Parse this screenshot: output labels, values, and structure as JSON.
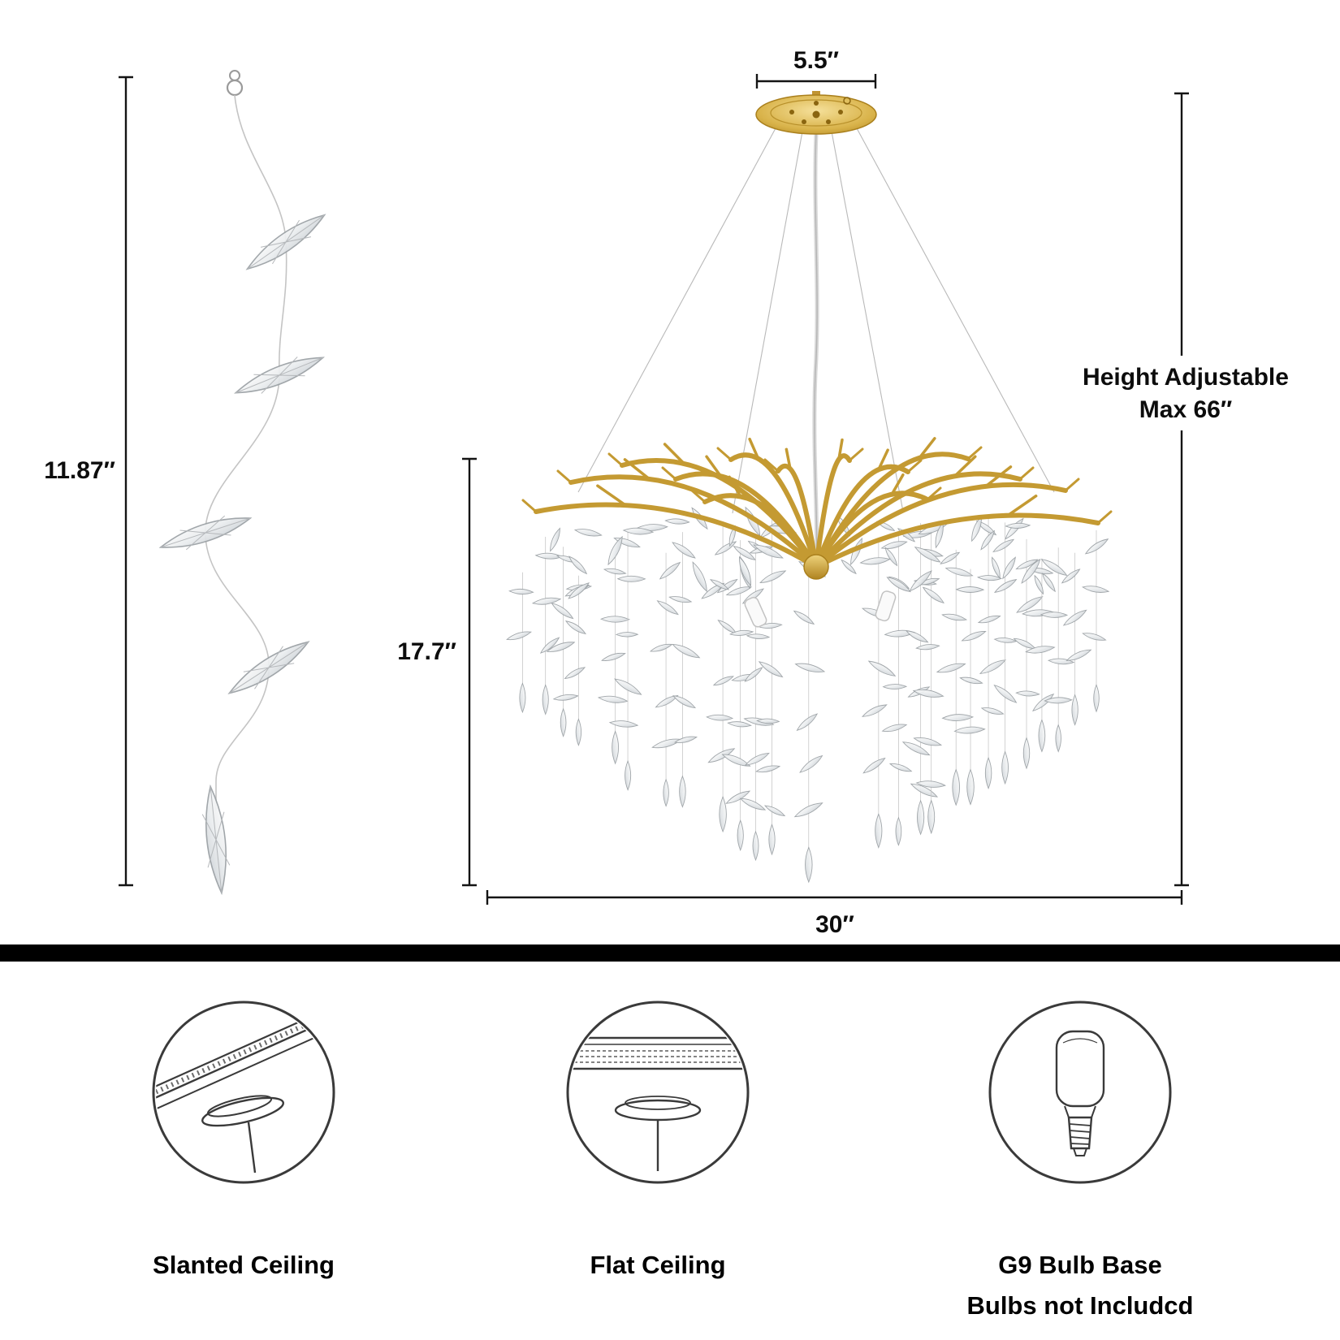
{
  "dimensions": {
    "strand_height": "11.87″",
    "canopy_width": "5.5″",
    "body_height": "17.7″",
    "body_width": "30″",
    "height_adjustable_line1": "Height Adjustable",
    "height_adjustable_line2": "Max 66″"
  },
  "features": [
    {
      "icon": "slanted-ceiling-icon",
      "label": "Slanted Ceiling"
    },
    {
      "icon": "flat-ceiling-icon",
      "label": "Flat Ceiling"
    },
    {
      "icon": "g9-bulb-icon",
      "label": "G9 Bulb Base",
      "sublabel": "Bulbs not Includcd"
    }
  ],
  "colors": {
    "gold": "#c49a32",
    "gold_light": "#eed27a",
    "gold_dark": "#a97f1c",
    "crystal_stroke": "#9aa0a4",
    "dimension_line": "#141414",
    "divider": "#000000"
  }
}
